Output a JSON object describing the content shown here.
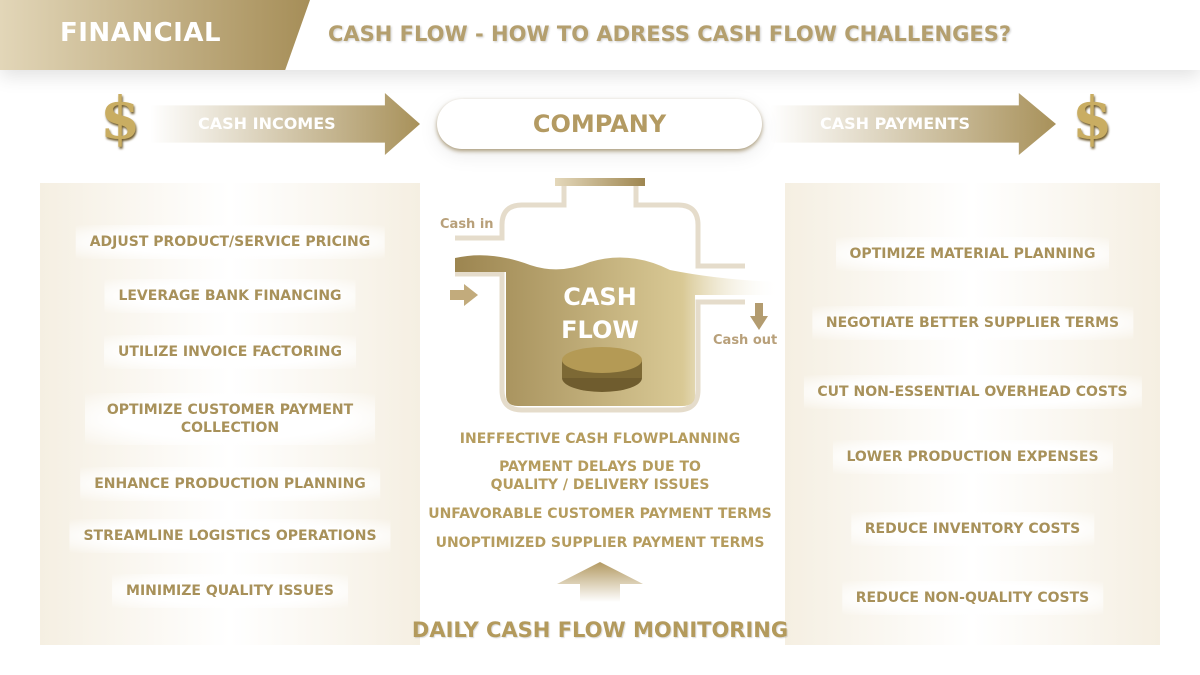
{
  "header": {
    "tag": "FINANCIAL",
    "title": "CASH FLOW - HOW TO ADRESS CASH FLOW CHALLENGES?"
  },
  "flow": {
    "dollar_symbol": "$",
    "incomes": "CASH INCOMES",
    "company": "COMPANY",
    "payments": "CASH PAYMENTS"
  },
  "diagram": {
    "cash_in": "Cash in",
    "cash_out": "Cash out",
    "center_line1": "CASH",
    "center_line2": "FLOW"
  },
  "left_items": [
    "ADJUST PRODUCT/SERVICE  PRICING",
    "LEVERAGE BANK FINANCING",
    "UTILIZE INVOICE FACTORING",
    "OPTIMIZE CUSTOMER PAYMENT COLLECTION",
    "ENHANCE PRODUCTION PLANNING",
    "STREAMLINE LOGISTICS OPERATIONS",
    "MINIMIZE QUALITY  ISSUES"
  ],
  "right_items": [
    "OPTIMIZE MATERIAL PLANNING",
    "NEGOTIATE BETTER SUPPLIER TERMS",
    "CUT NON-ESSENTIAL OVERHEAD COSTS",
    "LOWER PRODUCTION EXPENSES",
    "REDUCE INVENTORY COSTS",
    "REDUCE NON-QUALITY COSTS"
  ],
  "challenges": [
    "INEFFECTIVE CASH FLOWPLANNING",
    "PAYMENT DELAYS DUE TO QUALITY / DELIVERY ISSUES",
    "UNFAVORABLE CUSTOMER PAYMENT TERMS",
    "UNOPTIMIZED SUPPLIER PAYMENT TERMS"
  ],
  "footer": {
    "monitoring": "DAILY CASH FLOW MONITORING"
  },
  "colors": {
    "gold": "#a8915a",
    "gold_light": "#e2d6b8"
  }
}
